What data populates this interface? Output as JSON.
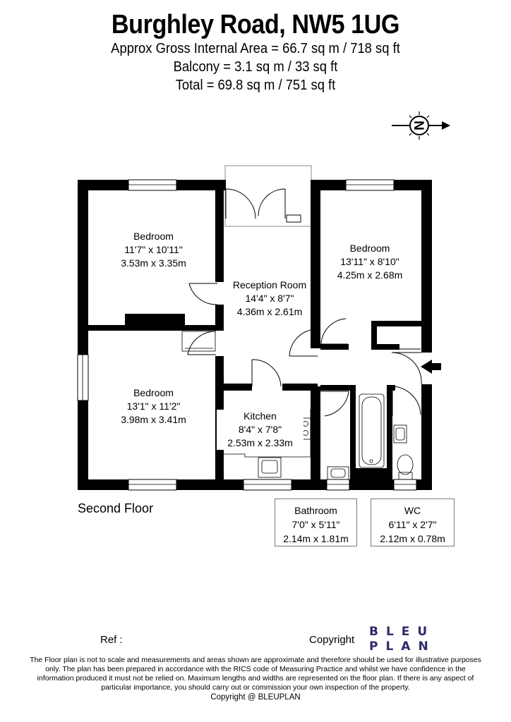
{
  "header": {
    "title": "Burghley Road, NW5 1UG",
    "gross_area": "Approx Gross Internal Area = 66.7 sq m / 718 sq ft",
    "balcony": "Balcony = 3.1 sq m / 33 sq ft",
    "total": "Total = 69.8 sq m / 751 sq ft"
  },
  "compass": {
    "letter": "N"
  },
  "rooms": {
    "bedroom_1": {
      "name": "Bedroom",
      "imperial": "11'7\" x 10'11\"",
      "metric": "3.53m x 3.35m"
    },
    "bedroom_2": {
      "name": "Bedroom",
      "imperial": "13'11\" x 8'10\"",
      "metric": "4.25m x 2.68m"
    },
    "bedroom_3": {
      "name": "Bedroom",
      "imperial": "13'1\" x 11'2\"",
      "metric": "3.98m x 3.41m"
    },
    "reception": {
      "name": "Reception Room",
      "imperial": "14'4\" x 8'7\"",
      "metric": "4.36m x 2.61m"
    },
    "kitchen": {
      "name": "Kitchen",
      "imperial": "8'4\" x 7'8\"",
      "metric": "2.53m x 2.33m"
    },
    "bathroom": {
      "name": "Bathroom",
      "imperial": "7'0\" x 5'11\"",
      "metric": "2.14m x 1.81m"
    },
    "wc": {
      "name": "WC",
      "imperial": "6'11\" x 2'7\"",
      "metric": "2.12m x 0.78m"
    }
  },
  "floor_label": "Second Floor",
  "footer": {
    "ref": "Ref  :",
    "copyright_label": "Copyright",
    "logo_line1": "BLEU",
    "logo_line2": "PLAN",
    "disclaimer": "The Floor plan is not to scale and measurements and areas shown are approximate and therefore should be used for illustrative purposes only. The plan has been prepared in accordance with the RICS code of Measuring Practice and whilst we have confidence in the information produced it must not be relied on. Maximum lengths and widths are represented on the floor plan. If there is any aspect of particular importance, you should carry out or commission your own inspection of the property.",
    "copyright_line": "Copyright @ BLEUPLAN"
  },
  "colors": {
    "wall": "#000000",
    "logo": "#2d2b6b",
    "box_border": "#7a7a7a"
  }
}
